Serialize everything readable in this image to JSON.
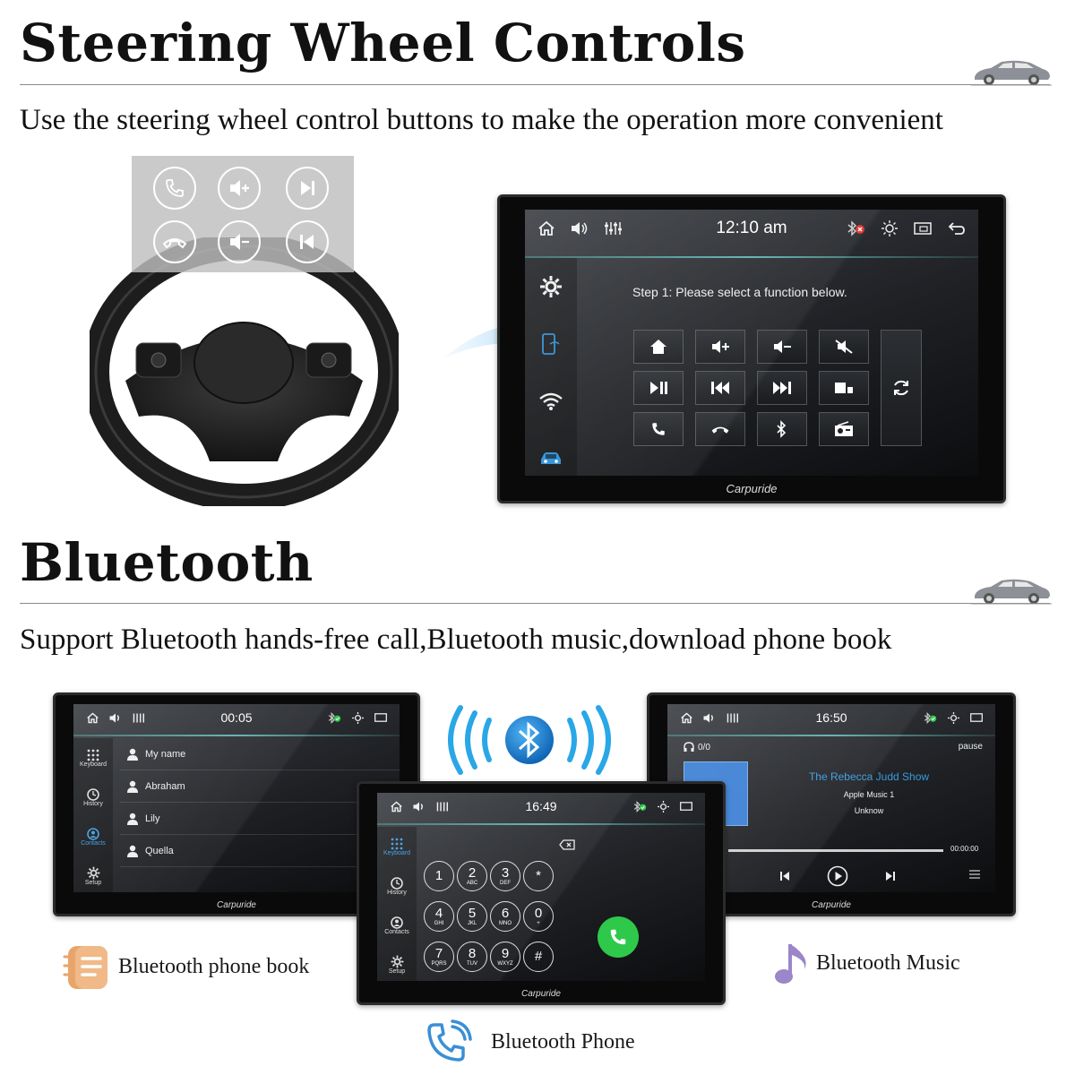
{
  "section1": {
    "title": "Steering Wheel Controls",
    "subtitle": "Use the steering wheel control buttons to make the operation more convenient"
  },
  "steering_buttons": [
    "phone-answer-icon",
    "volume-up-icon",
    "next-track-icon",
    "phone-hangup-icon",
    "volume-down-icon",
    "previous-track-icon"
  ],
  "screen1": {
    "time": "12:10 am",
    "prompt": "Step 1: Please select a function below.",
    "brand": "Carpuride",
    "function_buttons": [
      [
        "home-icon",
        "volume-up-icon",
        "volume-down-icon",
        "mute-icon"
      ],
      [
        "play-pause-icon",
        "previous-icon",
        "next-icon",
        "mode-icon"
      ],
      [
        "phone-answer-icon",
        "phone-hangup-icon",
        "bluetooth-icon",
        "radio-icon"
      ]
    ]
  },
  "section2": {
    "title": "Bluetooth",
    "subtitle": "Support Bluetooth hands-free call,Bluetooth music,download phone book"
  },
  "phonebook_screen": {
    "time": "00:05",
    "sidebar": [
      "Keyboard",
      "History",
      "Contacts",
      "Setup"
    ],
    "contacts": [
      "My name",
      "Abraham",
      "Lily",
      "Quella"
    ],
    "brand": "Carpuride"
  },
  "phone_screen": {
    "time": "16:49",
    "sidebar": [
      "Keyboard",
      "History",
      "Contacts",
      "Setup"
    ],
    "keys": [
      {
        "n": "1",
        "l": ""
      },
      {
        "n": "2",
        "l": "ABC"
      },
      {
        "n": "3",
        "l": "DEF"
      },
      {
        "n": "*",
        "l": ""
      },
      {
        "n": "4",
        "l": "GHI"
      },
      {
        "n": "5",
        "l": "JKL"
      },
      {
        "n": "6",
        "l": "MNO"
      },
      {
        "n": "0",
        "l": "+"
      },
      {
        "n": "7",
        "l": "PQRS"
      },
      {
        "n": "8",
        "l": "TUV"
      },
      {
        "n": "9",
        "l": "WXYZ"
      },
      {
        "n": "#",
        "l": ""
      }
    ],
    "brand": "Carpuride"
  },
  "music_screen": {
    "time": "16:50",
    "track_count": "0/0",
    "state": "pause",
    "song": "The Rebecca Judd Show",
    "artist": "Apple Music 1",
    "album": "Unknow",
    "elapsed": "00:00:00",
    "progress": 0.0,
    "brand": "Carpuride"
  },
  "features": {
    "phone_book": "Bluetooth phone book",
    "music": "Bluetooth Music",
    "phone": "Bluetooth Phone"
  },
  "colors": {
    "accent_blue": "#3a9be0",
    "call_green": "#2ec94a",
    "phonebook_orange": "#e8a56b",
    "music_purple": "#9a86c8"
  }
}
